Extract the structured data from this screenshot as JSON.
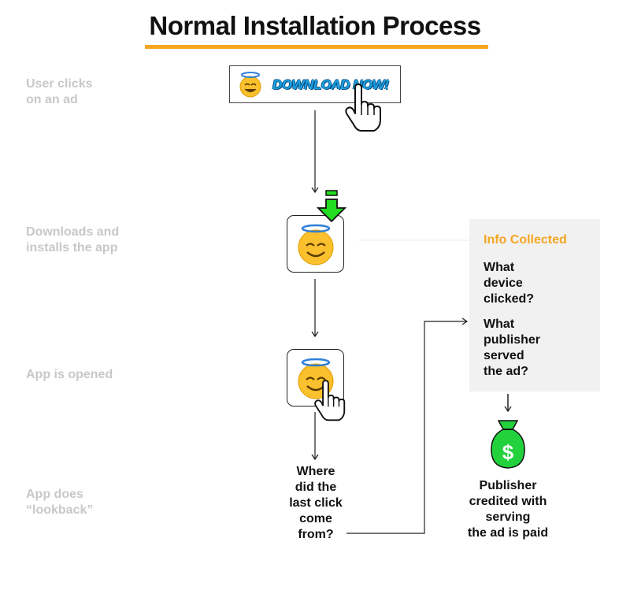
{
  "title": "Normal Installation Process",
  "steps": [
    "User clicks\non an ad",
    "Downloads and\ninstalls the app",
    "App is opened",
    "App does “lookback”"
  ],
  "ad": {
    "button_text": "DOWNLOAD NOW!"
  },
  "info_box": {
    "title": "Info Collected",
    "items": [
      "What\ndevice\nclicked?",
      "What\npublisher\nserved\nthe ad?"
    ]
  },
  "lookback_question": "Where\ndid the\nlast click\ncome\nfrom?",
  "outcome": "Publisher\ncredited with\nserving\nthe ad is paid",
  "money_symbol": "$",
  "colors": {
    "accent": "#f5a623",
    "step_text": "#c8c8c8",
    "download_green": "#22dd22",
    "money_green": "#22d13c",
    "emoji_yellow": "#fbc02d",
    "halo_blue": "#2f7fd8"
  },
  "icons": [
    "halo-smiley-icon",
    "pointing-hand-icon",
    "download-arrow-icon",
    "money-bag-icon"
  ]
}
